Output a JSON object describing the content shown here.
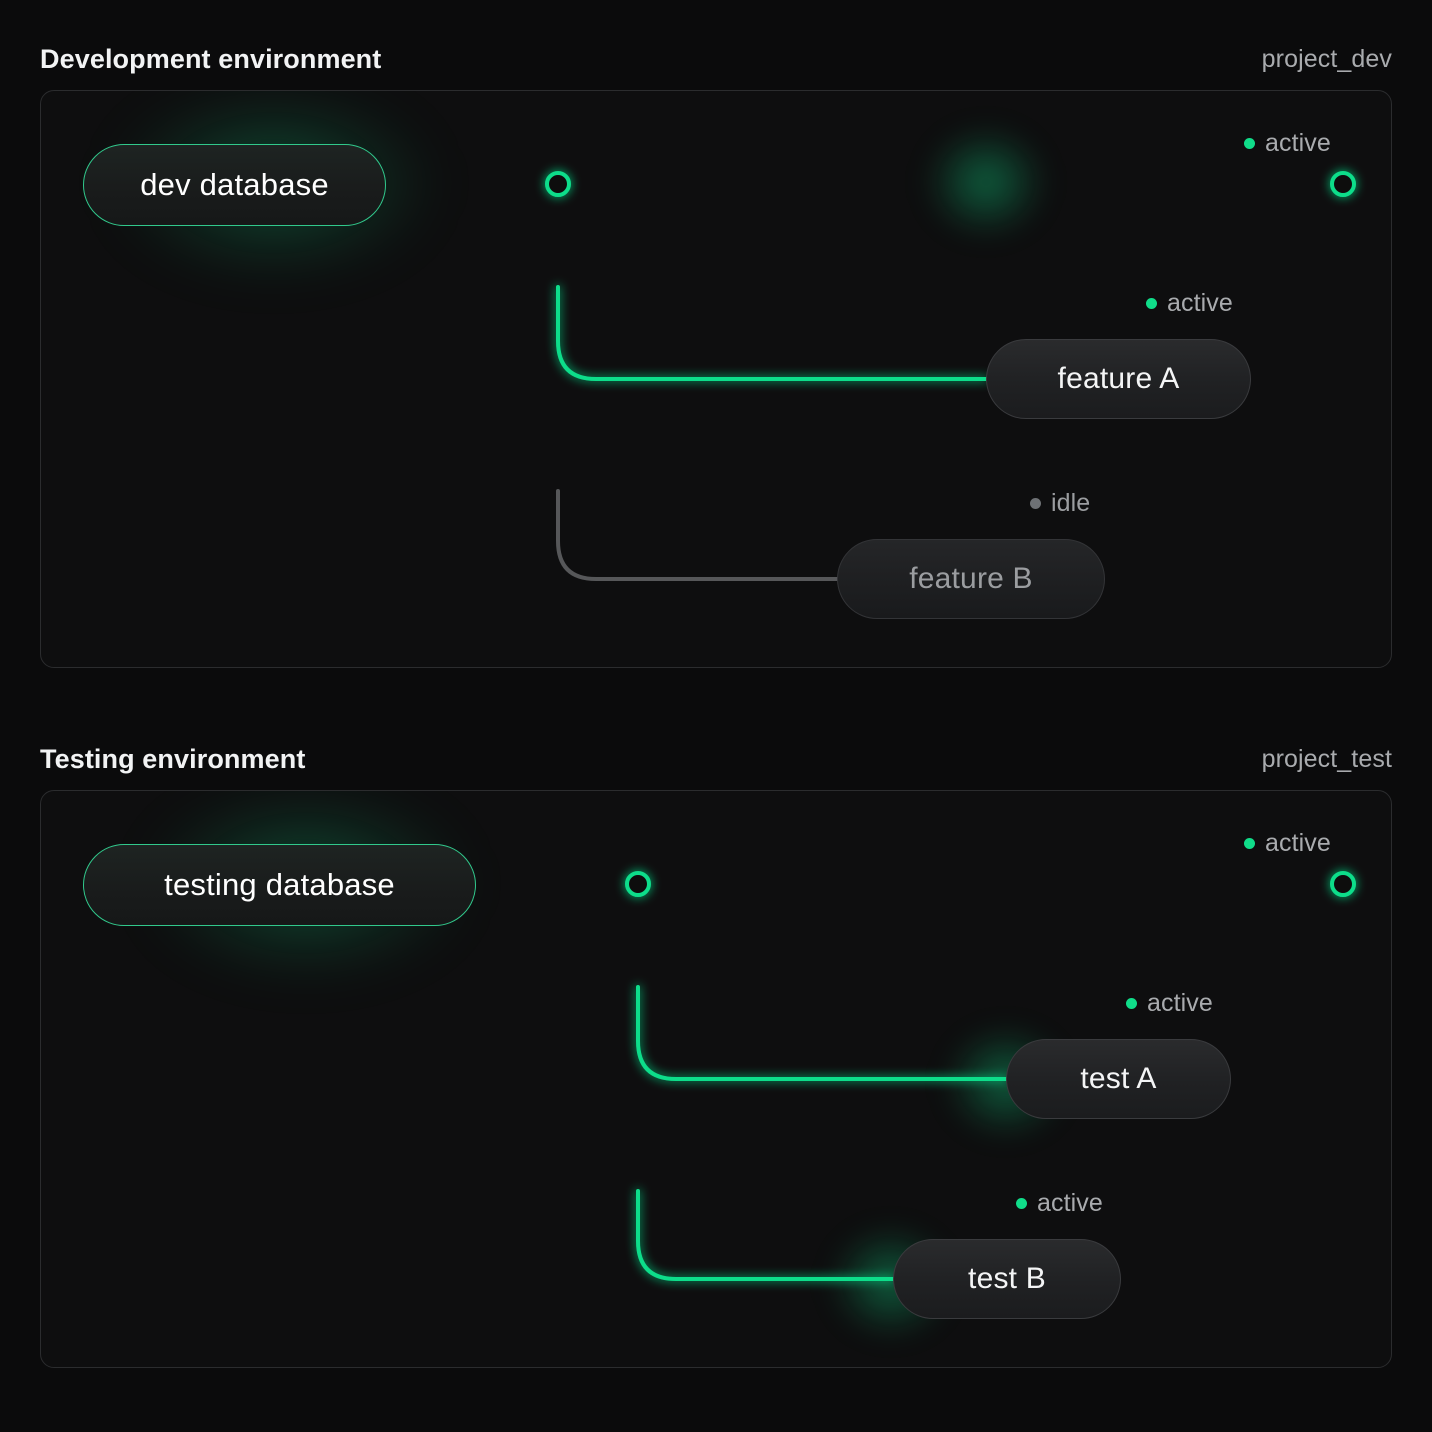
{
  "page": {
    "background": "#0b0b0c",
    "accent_green": "#10dd8a",
    "idle_gray": "#6e7175"
  },
  "sections": [
    {
      "id": "dev",
      "title": "Development environment",
      "project": "project_dev",
      "database": {
        "label": "dev database",
        "state": "active"
      },
      "trunk_status": {
        "label": "active",
        "state": "active"
      },
      "branches": [
        {
          "label": "feature A",
          "status": "active",
          "state": "active"
        },
        {
          "label": "feature B",
          "status": "idle",
          "state": "idle"
        }
      ]
    },
    {
      "id": "test",
      "title": "Testing environment",
      "project": "project_test",
      "database": {
        "label": "testing database",
        "state": "active"
      },
      "trunk_status": {
        "label": "active",
        "state": "active"
      },
      "branches": [
        {
          "label": "test A",
          "status": "active",
          "state": "active"
        },
        {
          "label": "test B",
          "status": "active",
          "state": "active"
        }
      ]
    }
  ]
}
